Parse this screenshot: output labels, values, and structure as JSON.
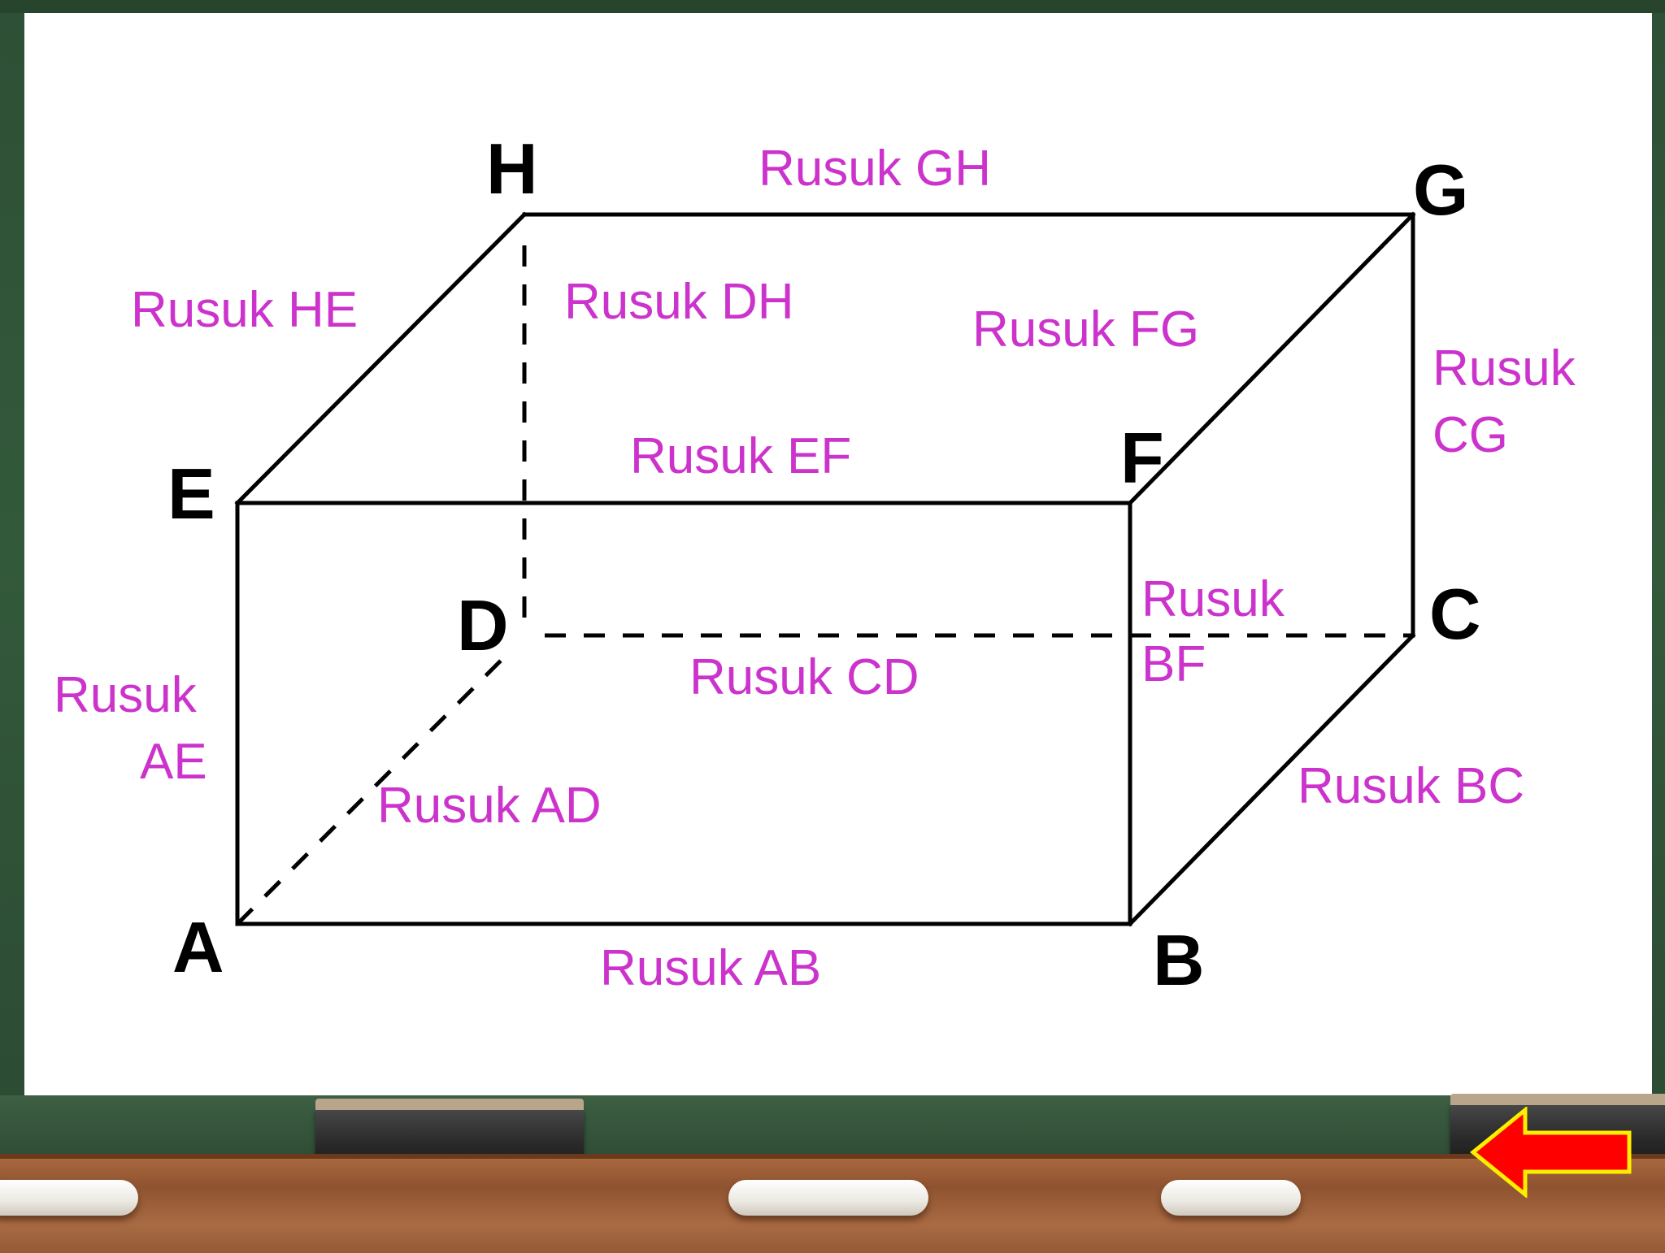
{
  "vertices": {
    "A": "A",
    "B": "B",
    "C": "C",
    "D": "D",
    "E": "E",
    "F": "F",
    "G": "G",
    "H": "H"
  },
  "edges": {
    "gh": "Rusuk GH",
    "he": "Rusuk HE",
    "dh": "Rusuk DH",
    "fg": "Rusuk FG",
    "cg_line1": "Rusuk",
    "cg_line2": "CG",
    "ef": "Rusuk EF",
    "bf_line1": "Rusuk",
    "bf_line2": "BF",
    "cd": "Rusuk CD",
    "ae_line1": "Rusuk",
    "ae_line2": "AE",
    "ad": "Rusuk AD",
    "bc": "Rusuk BC",
    "ab": "Rusuk AB"
  },
  "colors": {
    "edge_label": "#cc33cc",
    "vertex_label": "#000000",
    "board": "#2f5137",
    "nav_arrow": "#ff0000",
    "nav_arrow_outline": "#ffee00"
  },
  "nav": {
    "icon": "arrow-left-icon"
  }
}
